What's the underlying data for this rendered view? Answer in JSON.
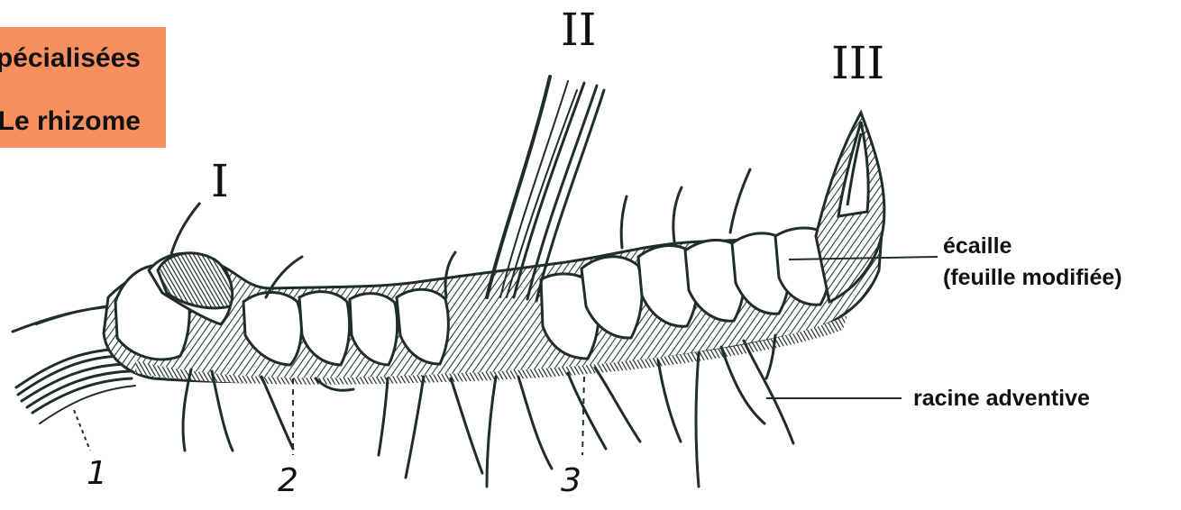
{
  "title_box": {
    "line1": "Tiges spécialisées",
    "line2": "Le rhizome",
    "color": "#f7905e"
  },
  "labels": {
    "scale": "écaille",
    "scale_sub": "(feuille modifiée)",
    "root": "racine adventive"
  },
  "roman_marks": [
    "I",
    "II",
    "III"
  ],
  "number_marks": [
    "1",
    "2",
    "3"
  ],
  "colors": {
    "ink": "#1f2e27",
    "ink_light": "#3b4c43",
    "paper": "#ffffff"
  }
}
